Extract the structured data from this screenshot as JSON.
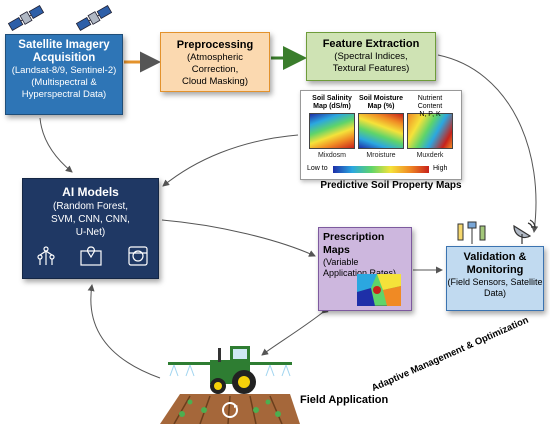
{
  "satellite": {
    "title_line1": "Satellite Imagery",
    "title_line2": "Acquisition",
    "body_line1": "(Landsat-8/9, Sentinel-2)",
    "body_line2": "(Multispectral &",
    "body_line3": "Hyperspectral Data)"
  },
  "preprocessing": {
    "title": "Preprocessing",
    "body_line1": "(Atmospheric",
    "body_line2": "Correction,",
    "body_line3": "Cloud Masking)"
  },
  "feature_extraction": {
    "title": "Feature Extraction",
    "body_line1": "(Spectral Indices,",
    "body_line2": "Textural Features)"
  },
  "soil_maps": {
    "maps": [
      {
        "title_line1": "Soil Salinity",
        "title_line2": "Map (dS/m)",
        "label": "Mixdosm"
      },
      {
        "title_line1": "Soil Moisture",
        "title_line2": "Map (%)",
        "label": "Mroisture"
      },
      {
        "title_line1": "Nutrient Content",
        "title_line2": "N, P, K",
        "label": "Muxderk"
      }
    ],
    "legend_low": "Low to",
    "legend_high": "High",
    "caption": "Predictive Soil Property Maps"
  },
  "ai_models": {
    "title": "AI Models",
    "body_line1": "(Random Forest,",
    "body_line2": "SVM, CNN, CNN,",
    "body_line3": "U-Net)"
  },
  "prescription": {
    "title": "Prescription Maps",
    "body_line1": "(Variable",
    "body_line2": "Application Rates)"
  },
  "validation": {
    "title_line1": "Validation &",
    "title_line2": "Monitoring",
    "body_line1": "(Field Sensors, Satellite",
    "body_line2": "Data)"
  },
  "field_application": {
    "label": "Field Application"
  },
  "adaptive": {
    "label": "Adaptive Management & Optimization"
  },
  "colors": {
    "satellite_box": "#2e75b6",
    "preprocessing_box": "#fbd9b0",
    "feature_box": "#cfe3b4",
    "ai_box": "#1f3864",
    "prescription_box": "#cdb7de",
    "validation_box": "#c1daf0",
    "tractor": "#2e7d32"
  },
  "icons": [
    "satellite-icon",
    "tree-network-icon",
    "map-pin-icon",
    "data-grid-icon",
    "sensor-probe-icon",
    "satellite-dish-icon",
    "tractor-icon"
  ]
}
